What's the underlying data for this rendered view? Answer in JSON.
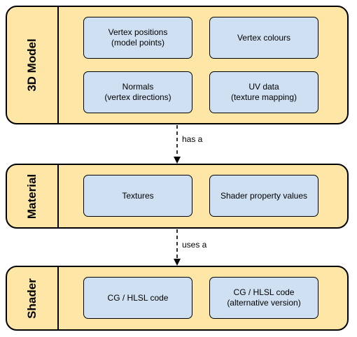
{
  "groups": [
    {
      "label": "3D Model",
      "boxes": [
        "Vertex positions\n(model points)",
        "Vertex colours",
        "Normals\n(vertex directions)",
        "UV data\n(texture mapping)"
      ]
    },
    {
      "label": "Material",
      "boxes": [
        "Textures",
        "Shader property values"
      ]
    },
    {
      "label": "Shader",
      "boxes": [
        "CG / HLSL code",
        "CG / HLSL code\n(alternative version)"
      ]
    }
  ],
  "connectors": [
    {
      "label": "has a"
    },
    {
      "label": "uses a"
    }
  ],
  "colors": {
    "group_fill": "#fde6a6",
    "box_fill": "#cfe0f2",
    "stroke": "#000000"
  }
}
